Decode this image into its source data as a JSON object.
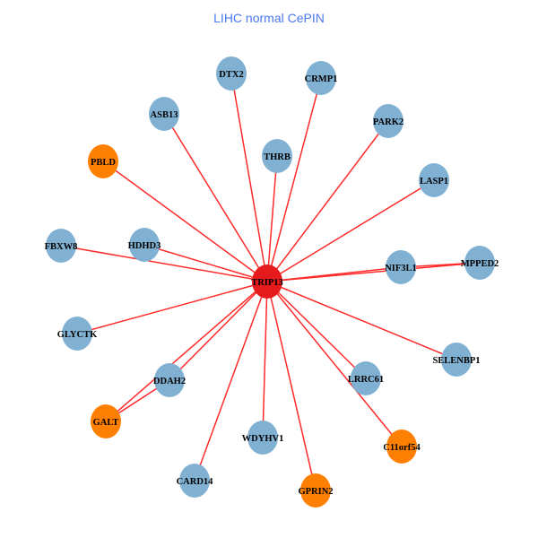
{
  "title": "LIHC normal CePIN",
  "colors": {
    "hub": "#e41a1c",
    "blue": "#80b1d3",
    "orange": "#ff7f00",
    "edge": "#ff2a2a"
  },
  "nodes": [
    {
      "id": "TRIP13",
      "type": "hub"
    },
    {
      "id": "DTX2",
      "type": "blue"
    },
    {
      "id": "CRMP1",
      "type": "blue"
    },
    {
      "id": "ASB13",
      "type": "blue"
    },
    {
      "id": "PARK2",
      "type": "blue"
    },
    {
      "id": "THRB",
      "type": "blue"
    },
    {
      "id": "PBLD",
      "type": "orange"
    },
    {
      "id": "LASP1",
      "type": "blue"
    },
    {
      "id": "FBXW8",
      "type": "blue"
    },
    {
      "id": "HDHD3",
      "type": "blue"
    },
    {
      "id": "NIF3L1",
      "type": "blue"
    },
    {
      "id": "MPPED2",
      "type": "blue"
    },
    {
      "id": "GLYCTK",
      "type": "blue"
    },
    {
      "id": "SELENBP1",
      "type": "blue"
    },
    {
      "id": "DDAH2",
      "type": "blue"
    },
    {
      "id": "LRRC61",
      "type": "blue"
    },
    {
      "id": "GALT",
      "type": "orange"
    },
    {
      "id": "WDYHV1",
      "type": "blue"
    },
    {
      "id": "C11orf54",
      "type": "orange"
    },
    {
      "id": "CARD14",
      "type": "blue"
    },
    {
      "id": "GPRIN2",
      "type": "orange"
    }
  ],
  "edges": [
    [
      "TRIP13",
      "DTX2"
    ],
    [
      "TRIP13",
      "CRMP1"
    ],
    [
      "TRIP13",
      "ASB13"
    ],
    [
      "TRIP13",
      "PARK2"
    ],
    [
      "TRIP13",
      "THRB"
    ],
    [
      "TRIP13",
      "PBLD"
    ],
    [
      "TRIP13",
      "LASP1"
    ],
    [
      "TRIP13",
      "FBXW8"
    ],
    [
      "TRIP13",
      "HDHD3"
    ],
    [
      "TRIP13",
      "NIF3L1"
    ],
    [
      "TRIP13",
      "MPPED2"
    ],
    [
      "NIF3L1",
      "MPPED2"
    ],
    [
      "TRIP13",
      "GLYCTK"
    ],
    [
      "TRIP13",
      "SELENBP1"
    ],
    [
      "TRIP13",
      "DDAH2"
    ],
    [
      "TRIP13",
      "LRRC61"
    ],
    [
      "TRIP13",
      "GALT"
    ],
    [
      "DDAH2",
      "GALT"
    ],
    [
      "TRIP13",
      "WDYHV1"
    ],
    [
      "TRIP13",
      "C11orf54"
    ],
    [
      "TRIP13",
      "CARD14"
    ],
    [
      "TRIP13",
      "GPRIN2"
    ]
  ]
}
